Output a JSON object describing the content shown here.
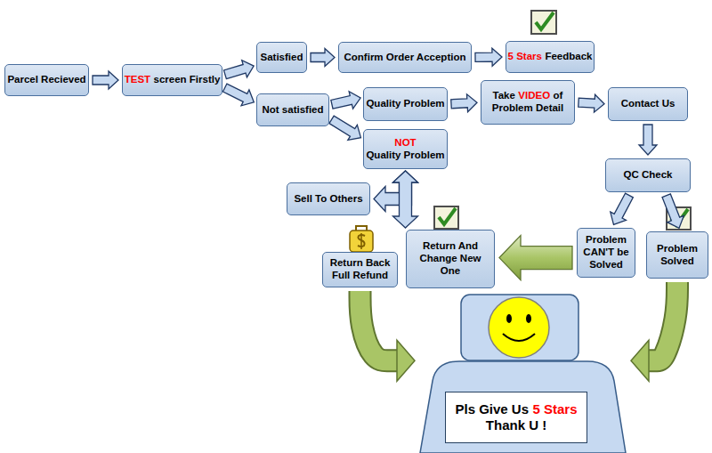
{
  "diagram": {
    "nodes": [
      {
        "text": [
          "Parcel Recieved"
        ]
      },
      {
        "text": [
          "TEST",
          "screen Firstly"
        ]
      },
      {
        "text": [
          "Satisfied"
        ]
      },
      {
        "text": [
          "Confirm Order Acception"
        ]
      },
      {
        "text": [
          "5 Stars",
          "Feedback"
        ]
      },
      {
        "text": [
          "Not satisfied"
        ]
      },
      {
        "text": [
          "Quality Problem"
        ]
      },
      {
        "text": [
          "Take",
          "VIDEO",
          "of Problem Detail"
        ]
      },
      {
        "text": [
          "Contact Us"
        ]
      },
      {
        "text": [
          "NOT",
          "Quality Problem"
        ]
      },
      {
        "text": [
          "QC Check"
        ]
      },
      {
        "text": [
          "Sell To Others"
        ]
      },
      {
        "text": [
          "Return Back Full Refund"
        ]
      },
      {
        "text": [
          "Return And Change New One"
        ]
      },
      {
        "text": [
          "Problem CAN'T be Solved"
        ]
      },
      {
        "text": [
          "Problem Solved"
        ]
      },
      {
        "text": [
          "Pls Give Us",
          "5 Stars",
          "Thank U !"
        ]
      }
    ],
    "edges": [
      {
        "from": 0,
        "to": 1,
        "arrow": "to"
      },
      {
        "from": 1,
        "to": 2,
        "arrow": "to"
      },
      {
        "from": 1,
        "to": 5,
        "arrow": "to"
      },
      {
        "from": 2,
        "to": 3,
        "arrow": "to"
      },
      {
        "from": 3,
        "to": 4,
        "arrow": "to"
      },
      {
        "from": 5,
        "to": 6,
        "arrow": "to"
      },
      {
        "from": 5,
        "to": 9,
        "arrow": "to"
      },
      {
        "from": 6,
        "to": 7,
        "arrow": "to"
      },
      {
        "from": 7,
        "to": 8,
        "arrow": "to"
      },
      {
        "from": 8,
        "to": 10,
        "arrow": "to"
      },
      {
        "from": 9,
        "to": 11,
        "arrow": "both"
      },
      {
        "from": 9,
        "to": 13,
        "arrow": "both"
      },
      {
        "from": 10,
        "to": 14,
        "arrow": "to"
      },
      {
        "from": 10,
        "to": 15,
        "arrow": "to"
      },
      {
        "from": 14,
        "to": 13,
        "arrow": "to"
      },
      {
        "from": 12,
        "to": 16,
        "arrow": "to"
      },
      {
        "from": 15,
        "to": 16,
        "arrow": "to"
      }
    ]
  }
}
